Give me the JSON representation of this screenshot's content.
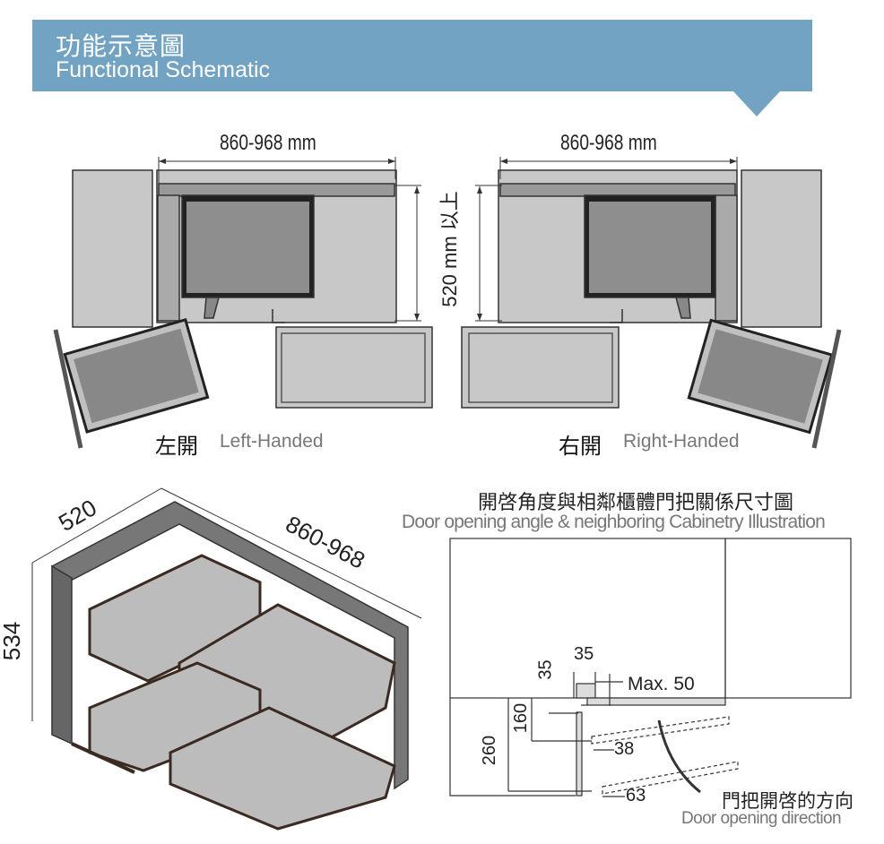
{
  "header": {
    "title_zh": "功能示意圖",
    "title_en": "Functional Schematic",
    "color": "#73a3c2"
  },
  "top_diagrams": {
    "width_label": "860-968 mm",
    "height_label": "520 mm 以上",
    "left": {
      "label_zh": "左開",
      "label_en": "Left-Handed"
    },
    "right": {
      "label_zh": "右開",
      "label_en": "Right-Handed"
    }
  },
  "iso_view": {
    "depth": "520",
    "width": "860-968",
    "height": "534"
  },
  "clearance_diagram": {
    "title_zh": "開啓角度與相鄰櫃體門把關係尺寸圖",
    "title_en": "Door opening angle & neighboring Cabinetry Illustration",
    "dims": {
      "d35_horizontal": "35",
      "d35_vertical": "35",
      "max": "Max. 50",
      "d160": "160",
      "d260": "260",
      "d38": "38",
      "d63": "63"
    },
    "direction_zh": "門把開啓的方向",
    "direction_en": "Door opening direction"
  }
}
